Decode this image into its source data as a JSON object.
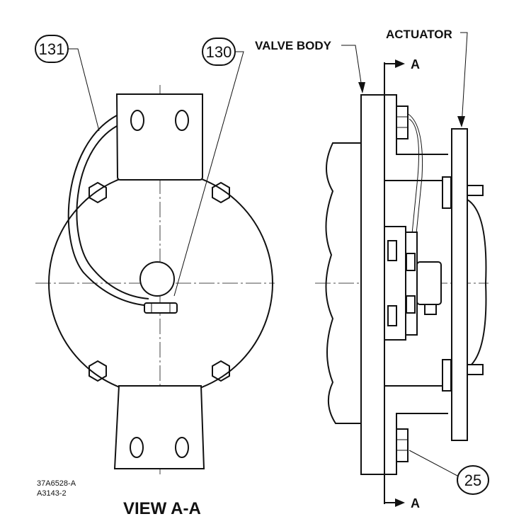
{
  "callouts": {
    "c131": "131",
    "c130": "130",
    "c25": "25"
  },
  "labels": {
    "valve_body": "VALVE BODY",
    "actuator": "ACTUATOR",
    "section_top": "A",
    "section_bottom": "A",
    "view": "VIEW A-A"
  },
  "drawing_numbers": {
    "line1": "37A6528-A",
    "line2": "A3143-2"
  },
  "colors": {
    "line": "#111111",
    "background": "#ffffff"
  }
}
